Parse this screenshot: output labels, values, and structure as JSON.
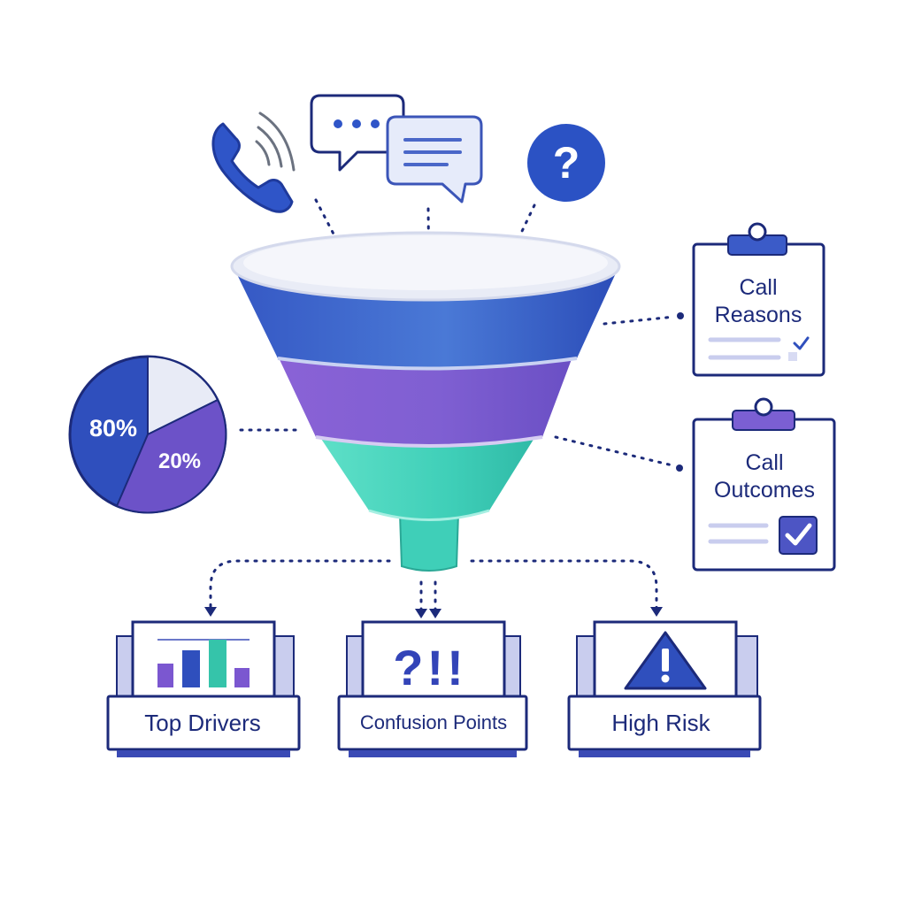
{
  "colors": {
    "navy": "#1f2f8f",
    "blue": "#3b62cc",
    "purple": "#7a5bd0",
    "teal": "#3fcfb8",
    "light": "#e8ebf6",
    "pale_lavender": "#c9cdee"
  },
  "icons": {
    "phone": "phone-icon",
    "chat_dots": "chat-bubble-dots-icon",
    "chat_lines": "chat-bubble-lines-icon",
    "question": "question-icon",
    "funnel": "funnel-icon",
    "clipboard": "clipboard-icon",
    "pie": "pie-chart-icon",
    "bar_chart": "bar-chart-icon",
    "question_exclamation": "question-exclamation-icon",
    "warning": "warning-triangle-icon"
  },
  "pie": {
    "slices": [
      {
        "label": "80%",
        "value": 80
      },
      {
        "label": "20%",
        "value": 20
      }
    ]
  },
  "cards": {
    "call_reasons": {
      "line1": "Call",
      "line2": "Reasons"
    },
    "call_outcomes": {
      "line1": "Call",
      "line2": "Outcomes"
    }
  },
  "outputs": {
    "top_drivers": "Top Drivers",
    "confusion_points": "Confusion Points",
    "confusion_symbols": "?!!",
    "high_risk": "High Risk"
  }
}
